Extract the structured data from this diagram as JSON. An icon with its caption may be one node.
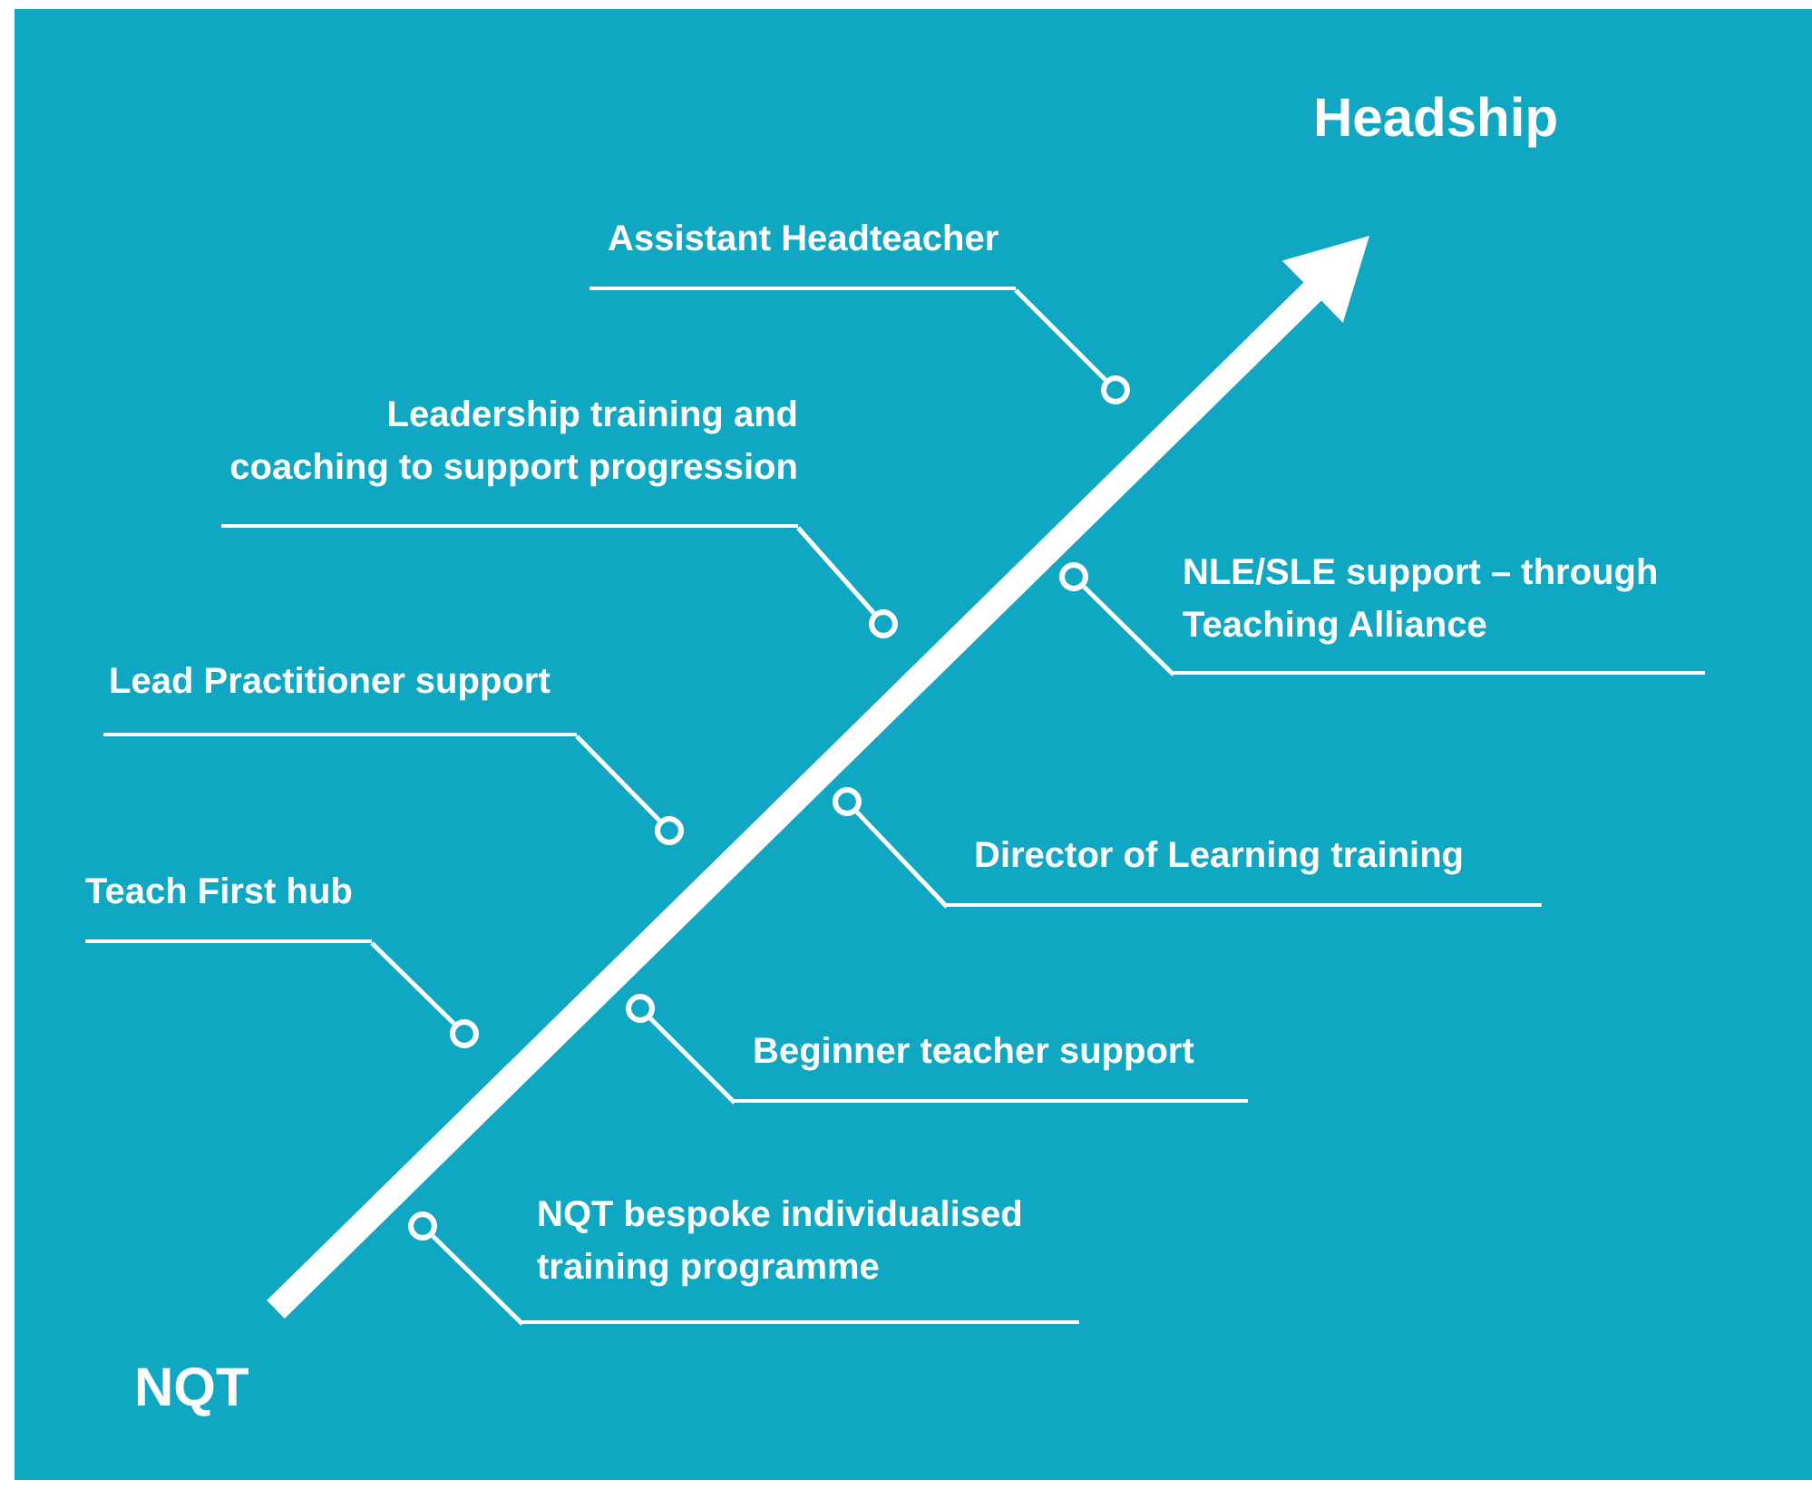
{
  "diagram": {
    "nodes": [
      {
        "text": [
          "Headship"
        ]
      },
      {
        "text": [
          "Assistant Headteacher"
        ]
      },
      {
        "text": [],
        "shape": "circle"
      },
      {
        "text": [
          "Leadership training and coaching to support progression"
        ]
      },
      {
        "text": [],
        "shape": "circle"
      },
      {
        "text": [
          "NLE/SLE support – through Teaching Alliance"
        ]
      },
      {
        "text": [],
        "shape": "circle"
      },
      {
        "text": [
          "Lead Practitioner support"
        ]
      },
      {
        "text": [],
        "shape": "circle"
      },
      {
        "text": [
          "Director of Learning training"
        ]
      },
      {
        "text": [],
        "shape": "circle"
      },
      {
        "text": [
          "Teach First hub"
        ]
      },
      {
        "text": [],
        "shape": "circle"
      },
      {
        "text": [
          "Beginner teacher support"
        ]
      },
      {
        "text": [],
        "shape": "circle"
      },
      {
        "text": [
          "NQT bespoke individualised training programme"
        ]
      },
      {
        "text": [],
        "shape": "circle"
      },
      {
        "text": [
          "NQT"
        ]
      }
    ],
    "edges": [
      {
        "from": 17,
        "to": 0,
        "arrow": "to",
        "style": "thick"
      },
      {
        "from": 1,
        "to": 2,
        "arrow": "none"
      },
      {
        "from": 3,
        "to": 4,
        "arrow": "none"
      },
      {
        "from": 5,
        "to": 6,
        "arrow": "none"
      },
      {
        "from": 7,
        "to": 8,
        "arrow": "none"
      },
      {
        "from": 9,
        "to": 10,
        "arrow": "none"
      },
      {
        "from": 11,
        "to": 12,
        "arrow": "none"
      },
      {
        "from": 13,
        "to": 14,
        "arrow": "none"
      },
      {
        "from": 15,
        "to": 16,
        "arrow": "none"
      }
    ]
  }
}
